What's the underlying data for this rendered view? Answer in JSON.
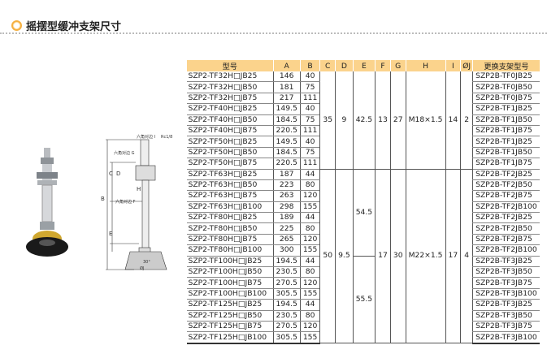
{
  "title": "摇摆型缓冲支架尺寸",
  "diagram_labels": {
    "hex_i": "六角对边 I",
    "port": "Rc1/8",
    "hex_g": "六角对边 G",
    "c": "C",
    "d": "D",
    "h": "H",
    "b": "B",
    "hex_f": "六角对边 F",
    "e": "E",
    "angle": "30°",
    "j": "ØJ"
  },
  "table": {
    "headers": [
      "型号",
      "A",
      "B",
      "C",
      "D",
      "E",
      "F",
      "G",
      "H",
      "I",
      "ØJ",
      "更换支架型号"
    ],
    "rows": [
      {
        "model": "SZP2-TF32H□JB25",
        "a": "146",
        "b": "40",
        "rep": "SZP2B-TF0JB25"
      },
      {
        "model": "SZP2-TF32H□JB50",
        "a": "181",
        "b": "75",
        "rep": "SZP2B-TF0JB50"
      },
      {
        "model": "SZP2-TF32H□JB75",
        "a": "217",
        "b": "111",
        "rep": "SZP2B-TF0JB75"
      },
      {
        "model": "SZP2-TF40H□JB25",
        "a": "149.5",
        "b": "40",
        "rep": "SZP2B-TF1JB25"
      },
      {
        "model": "SZP2-TF40H□JB50",
        "a": "184.5",
        "b": "75",
        "rep": "SZP2B-TF1JB50"
      },
      {
        "model": "SZP2-TF40H□JB75",
        "a": "220.5",
        "b": "111",
        "rep": "SZP2B-TF1JB75"
      },
      {
        "model": "SZP2-TF50H□JB25",
        "a": "149.5",
        "b": "40",
        "rep": "SZP2B-TF1JB25"
      },
      {
        "model": "SZP2-TF50H□JB50",
        "a": "184.5",
        "b": "75",
        "rep": "SZP2B-TF1JB50"
      },
      {
        "model": "SZP2-TF50H□JB75",
        "a": "220.5",
        "b": "111",
        "rep": "SZP2B-TF1JB75"
      },
      {
        "model": "SZP2-TF63H□JB25",
        "a": "187",
        "b": "44",
        "rep": "SZP2B-TF2JB25"
      },
      {
        "model": "SZP2-TF63H□JB50",
        "a": "223",
        "b": "80",
        "rep": "SZP2B-TF2JB50"
      },
      {
        "model": "SZP2-TF63H□JB75",
        "a": "263",
        "b": "120",
        "rep": "SZP2B-TF2JB75"
      },
      {
        "model": "SZP2-TF63H□JB100",
        "a": "298",
        "b": "155",
        "rep": "SZP2B-TF2JB100"
      },
      {
        "model": "SZP2-TF80H□JB25",
        "a": "189",
        "b": "44",
        "rep": "SZP2B-TF2JB25"
      },
      {
        "model": "SZP2-TF80H□JB50",
        "a": "225",
        "b": "80",
        "rep": "SZP2B-TF2JB50"
      },
      {
        "model": "SZP2-TF80H□JB75",
        "a": "265",
        "b": "120",
        "rep": "SZP2B-TF2JB75"
      },
      {
        "model": "SZP2-TF80H□JB100",
        "a": "300",
        "b": "155",
        "rep": "SZP2B-TF2JB100"
      },
      {
        "model": "SZP2-TF100H□JB25",
        "a": "194.5",
        "b": "44",
        "rep": "SZP2B-TF3JB25"
      },
      {
        "model": "SZP2-TF100H□JB50",
        "a": "230.5",
        "b": "80",
        "rep": "SZP2B-TF3JB50"
      },
      {
        "model": "SZP2-TF100H□JB75",
        "a": "270.5",
        "b": "120",
        "rep": "SZP2B-TF3JB75"
      },
      {
        "model": "SZP2-TF100H□JB100",
        "a": "305.5",
        "b": "155",
        "rep": "SZP2B-TF3JB100"
      },
      {
        "model": "SZP2-TF125H□JB25",
        "a": "194.5",
        "b": "44",
        "rep": "SZP2B-TF3JB25"
      },
      {
        "model": "SZP2-TF125H□JB50",
        "a": "230.5",
        "b": "80",
        "rep": "SZP2B-TF3JB50"
      },
      {
        "model": "SZP2-TF125H□JB75",
        "a": "270.5",
        "b": "120",
        "rep": "SZP2B-TF3JB75"
      },
      {
        "model": "SZP2-TF125H□JB100",
        "a": "305.5",
        "b": "155",
        "rep": "SZP2B-TF3JB100"
      }
    ],
    "groups": [
      {
        "c": "35",
        "d": "9",
        "e": [
          "42.5"
        ],
        "f": "13",
        "g": "27",
        "h": "M18×1.5",
        "i": "14",
        "j": "2"
      },
      {
        "c": "50",
        "d": "9.5",
        "e": [
          "54.5",
          "55.5"
        ],
        "f": "17",
        "g": "30",
        "h": "M22×1.5",
        "i": "17",
        "j": "4"
      }
    ]
  }
}
